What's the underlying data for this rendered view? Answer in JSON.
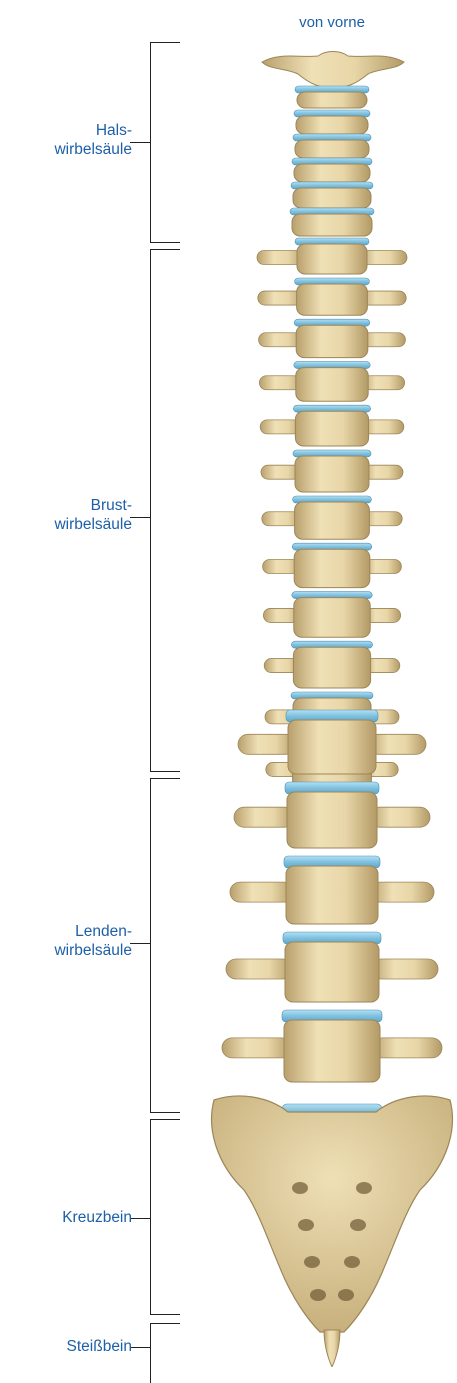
{
  "title": "von vorne",
  "sections": [
    {
      "id": "hals",
      "line1": "Hals-",
      "line2": "wirbelsäule"
    },
    {
      "id": "brust",
      "line1": "Brust-",
      "line2": "wirbelsäule"
    },
    {
      "id": "lenden",
      "line1": "Lenden-",
      "line2": "wirbelsäule"
    },
    {
      "id": "kreuz",
      "line1": "Kreuzbein",
      "line2": ""
    },
    {
      "id": "steiss",
      "line1": "Steißbein",
      "line2": ""
    }
  ],
  "colors": {
    "label": "#1d5fa8",
    "bone": "#e2cf9e",
    "disc": "#8fcbe6"
  }
}
